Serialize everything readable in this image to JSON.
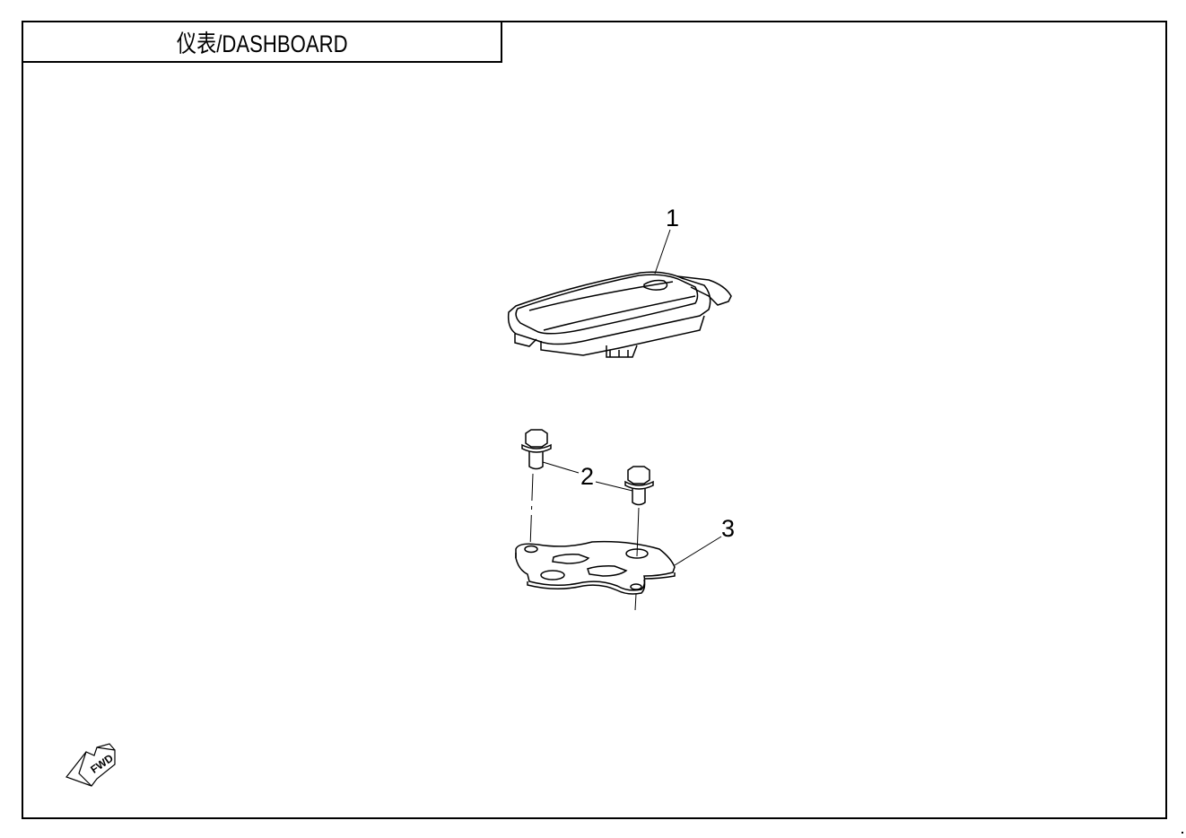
{
  "title": "仪表/DASHBOARD",
  "callouts": [
    {
      "number": "1",
      "part": "dashboard"
    },
    {
      "number": "2",
      "part": "bolt"
    },
    {
      "number": "3",
      "part": "bracket"
    }
  ],
  "fwd_label": "FWD"
}
